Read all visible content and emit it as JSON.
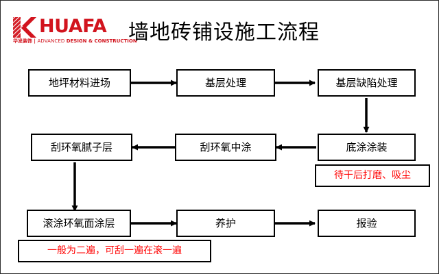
{
  "slide": {
    "border_color": "#2b2b2b",
    "background": "#ffffff"
  },
  "header": {
    "logo": {
      "mark_name": "huafa-k-logo-mark",
      "wordmark": "HUAFA",
      "brand_color": "#d2141e",
      "subtitle_cn": "华发装饰",
      "subtitle_sep": " | ",
      "subtitle_en_thin": "ADVANCED ",
      "subtitle_en_bold": "DESIGN & CONSTRUCTION"
    },
    "title": "墙地砖铺设施工流程"
  },
  "flow": {
    "accent_note_color": "#ff0000",
    "line_color": "#000000",
    "nodes": [
      {
        "id": "n1",
        "label": "地坪材料进场",
        "row": 1
      },
      {
        "id": "n2",
        "label": "基层处理",
        "row": 1
      },
      {
        "id": "n3",
        "label": "基层缺陷处理",
        "row": 1
      },
      {
        "id": "n4",
        "label": "刮环氧腻子层",
        "row": 2
      },
      {
        "id": "n5",
        "label": "刮环氧中涂",
        "row": 2
      },
      {
        "id": "n6",
        "label": "底涂涂装",
        "row": 2
      },
      {
        "id": "n7",
        "label": "滚涂环氧面涂层",
        "row": 3
      },
      {
        "id": "n8",
        "label": "养护",
        "row": 3
      },
      {
        "id": "n9",
        "label": "报验",
        "row": 3
      }
    ],
    "notes": [
      {
        "id": "note1",
        "label": "待干后打磨、吸尘"
      },
      {
        "id": "note2",
        "label": "一般为二遍，可刮一遍在滚一遍"
      }
    ],
    "arrows": [
      {
        "from": "n1",
        "to": "n2",
        "direction": "right"
      },
      {
        "from": "n2",
        "to": "n3",
        "direction": "right"
      },
      {
        "from": "n3",
        "to": "n6",
        "direction": "down"
      },
      {
        "from": "n6",
        "to": "n5",
        "direction": "left"
      },
      {
        "from": "n5",
        "to": "n4",
        "direction": "left"
      },
      {
        "from": "n4",
        "to": "n7",
        "direction": "down"
      },
      {
        "from": "n7",
        "to": "n8",
        "direction": "right"
      },
      {
        "from": "n8",
        "to": "n9",
        "direction": "right"
      }
    ]
  }
}
